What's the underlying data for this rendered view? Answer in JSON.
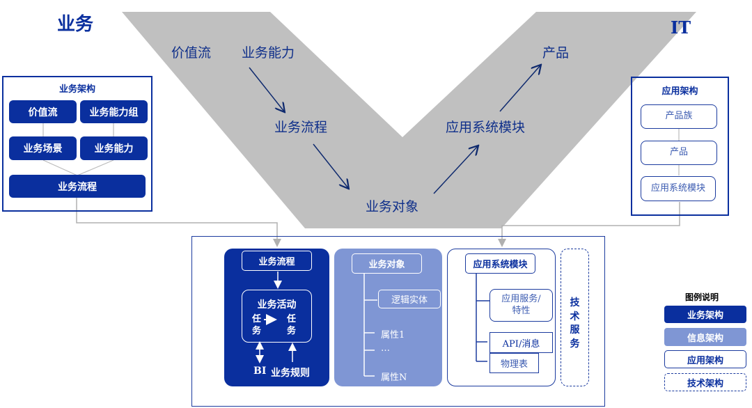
{
  "corner_labels": {
    "left": "业务",
    "right": "IT"
  },
  "v_shape": {
    "labels": {
      "value_stream": "价值流",
      "business_capability": "业务能力",
      "business_process": "业务流程",
      "business_object": "业务对象",
      "app_module": "应用系统模块",
      "product": "产品"
    }
  },
  "business_arch": {
    "title": "业务架构",
    "boxes": [
      "价值流",
      "业务能力组",
      "业务场景",
      "业务能力",
      "业务流程"
    ]
  },
  "app_arch": {
    "title": "应用架构",
    "boxes": [
      "产品族",
      "产品",
      "应用系统模块"
    ]
  },
  "detail": {
    "business": {
      "process": "业务流程",
      "activity": "业务活动",
      "task_a": "任务",
      "task_b": "任务",
      "bi": "BI",
      "rules": "业务规则"
    },
    "information": {
      "object": "业务对象",
      "entity": "逻辑实体",
      "attrs": [
        "属性1",
        "…",
        "属性N"
      ]
    },
    "application": {
      "module": "应用系统模块",
      "service": "应用服务/特性",
      "api": "API/消息",
      "table": "物理表"
    },
    "tech": {
      "label": "技术服务"
    }
  },
  "legend": {
    "title": "图例说明",
    "items": [
      "业务架构",
      "信息架构",
      "应用架构",
      "技术架构"
    ]
  },
  "colors": {
    "dark_blue": "#0a2f9e",
    "light_blue": "#7f96d4",
    "grey": "#c0c0c0"
  }
}
